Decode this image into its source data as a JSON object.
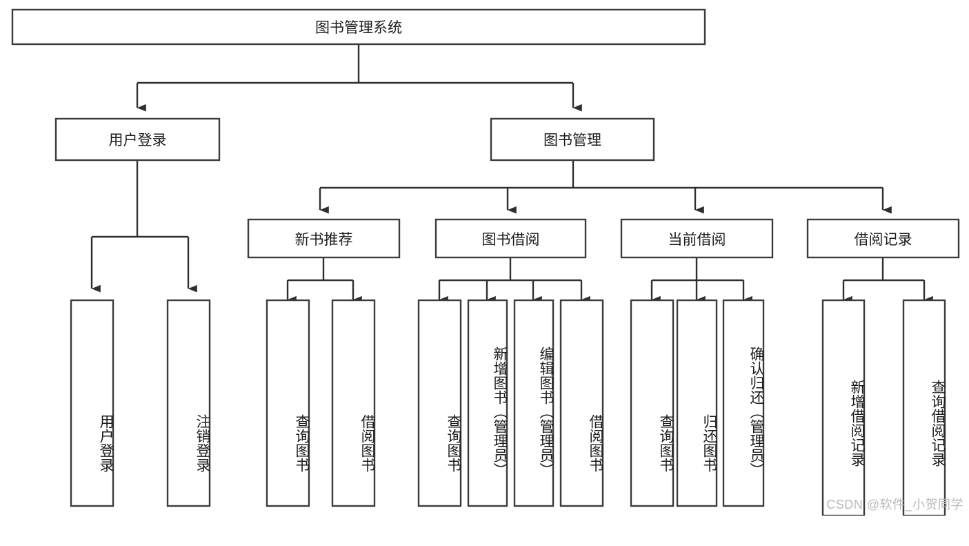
{
  "diagram": {
    "type": "tree",
    "title": "图书管理系统",
    "watermark": "CSDN @软件_小贺同学",
    "colors": {
      "box_stroke": "#3b3b3b",
      "box_fill": "#ffffff",
      "link": "#2f2f2f",
      "text": "#1b1b1b",
      "watermark": "#b9b9b9",
      "background": "#ffffff"
    },
    "root": {
      "label": "图书管理系统"
    },
    "level1": [
      {
        "label": "用户登录"
      },
      {
        "label": "图书管理"
      }
    ],
    "level2": [
      {
        "label": "新书推荐"
      },
      {
        "label": "图书借阅"
      },
      {
        "label": "当前借阅"
      },
      {
        "label": "借阅记录"
      }
    ],
    "leaves": {
      "user_login": [
        {
          "label": "用户登录"
        },
        {
          "label": "注销登录"
        }
      ],
      "new_book_recommend": [
        {
          "label": "查询图书"
        },
        {
          "label": "借阅图书"
        }
      ],
      "book_borrow": [
        {
          "label": "查询图书"
        },
        {
          "label": "新增图书（管理员）"
        },
        {
          "label": "编辑图书（管理员）"
        },
        {
          "label": "借阅图书"
        }
      ],
      "current_borrow": [
        {
          "label": "查询图书"
        },
        {
          "label": "归还图书"
        },
        {
          "label": "确认归还（管理员）"
        }
      ],
      "borrow_record": [
        {
          "label": "新增借阅记录"
        },
        {
          "label": "查询借阅记录"
        }
      ]
    }
  }
}
